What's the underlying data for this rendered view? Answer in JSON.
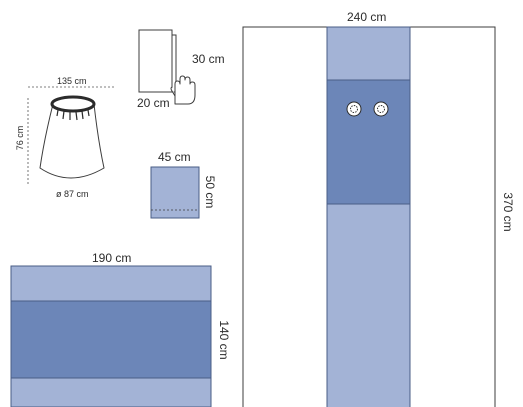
{
  "colors": {
    "light_fabric": "#a3b3d6",
    "dark_fabric": "#6c86b8",
    "outline": "#4a5d86",
    "lines": "#3c3c3c"
  },
  "icons": [
    "hand-icon",
    "port-ring-icon"
  ],
  "labels": {
    "towel_height": "30 cm",
    "towel_width": "20 cm",
    "cover_top": "135 cm",
    "cover_height": "76 cm",
    "cover_diameter": "ø 87 cm",
    "pocket_width": "45 cm",
    "pocket_height": "50 cm",
    "drape_width": "190 cm",
    "drape_height": "140 cm",
    "sheet_width": "240 cm",
    "sheet_height": "370 cm"
  }
}
